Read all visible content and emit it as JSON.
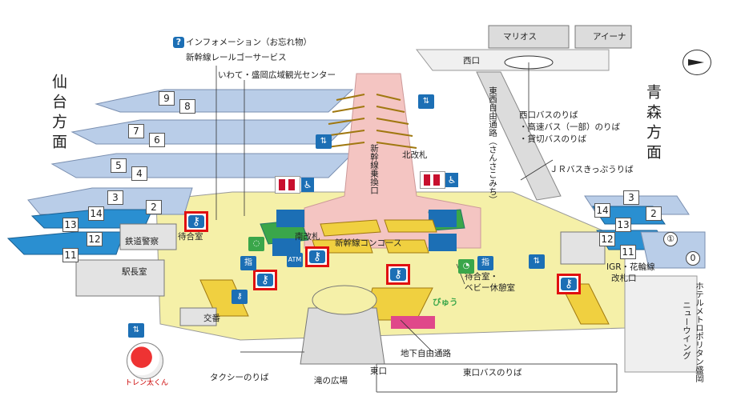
{
  "directions": {
    "left": "仙台方面",
    "right": "青森方面"
  },
  "labels": {
    "info": "インフォメーション（お忘れ物）",
    "rail_go": "新幹線レールゴーサービス",
    "tourism": "いわて・盛岡広域観光センター",
    "marios": "マリオス",
    "aina": "アイーナ",
    "west_exit": "西口",
    "west_bus": "西口バスのりば",
    "highway_bus": "・高速バス（一部）のりば",
    "charter_bus": "・貸切バスのりば",
    "jr_bus_ticket": "ＪＲバスきっぷうりば",
    "north_gate": "北改札",
    "shinkansen_transfer": "新幹線乗換口",
    "south_gate": "南改札",
    "shinkansen_concourse": "新幹線コンコース",
    "waiting_room_left": "待合室",
    "waiting_room_baby": "待合室・",
    "baby_room": "ベビー休憩室",
    "railway_police": "鉄道警察",
    "station_master": "駅長室",
    "koban": "交番",
    "igr_gate_1": "IGR・花輪線",
    "igr_gate_2": "改札口",
    "hotel": "ホテルメトロポリタン盛岡",
    "new_wing": "ニューウイング",
    "underground_passage": "地下自由通路",
    "taxi": "タクシーのりば",
    "east_exit": "東口",
    "east_bus": "東口バスのりば",
    "taki_plaza": "滝の広場",
    "free_passage": "東西自由通路（さんさこみち）",
    "bicchi": "びゅう",
    "shi_badge": "指",
    "mascot": "トレン太くん",
    "atm": "ATM"
  },
  "tracks_left": [
    "9",
    "8",
    "7",
    "6",
    "5",
    "4",
    "3",
    "2",
    "14",
    "13",
    "12",
    "11"
  ],
  "tracks_right": [
    "3",
    "2",
    "14",
    "13",
    "12",
    "11"
  ],
  "tracks_right_circled": [
    "①",
    "0"
  ],
  "locker_icon": "key-icon",
  "colors": {
    "platform_blue": "#b9cde8",
    "platform_dark": "#2a8fd1",
    "concourse_yellow": "#f5f0a8",
    "concourse_pink": "#f4c5c2",
    "accent_green": "#3aa64a",
    "locker_red": "#e01010",
    "icon_blue": "#1c6fb5"
  }
}
